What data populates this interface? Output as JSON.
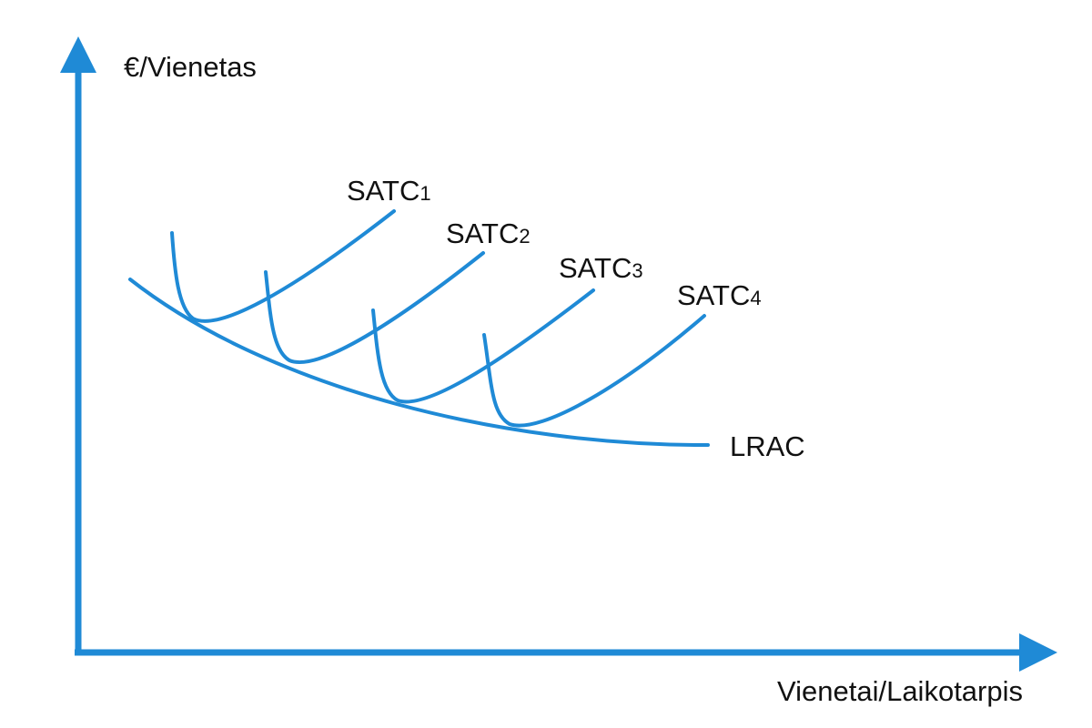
{
  "axes": {
    "y_label": "€/Vienetas",
    "x_label": "Vienetai/Laikotarpis"
  },
  "curves": {
    "lrac": {
      "label": "LRAC"
    },
    "satc": [
      {
        "label": "SATC",
        "subscript": "1"
      },
      {
        "label": "SATC",
        "subscript": "2"
      },
      {
        "label": "SATC",
        "subscript": "3"
      },
      {
        "label": "SATC",
        "subscript": "4"
      }
    ]
  },
  "colors": {
    "line": "#1f8ad6",
    "text": "#111111"
  }
}
